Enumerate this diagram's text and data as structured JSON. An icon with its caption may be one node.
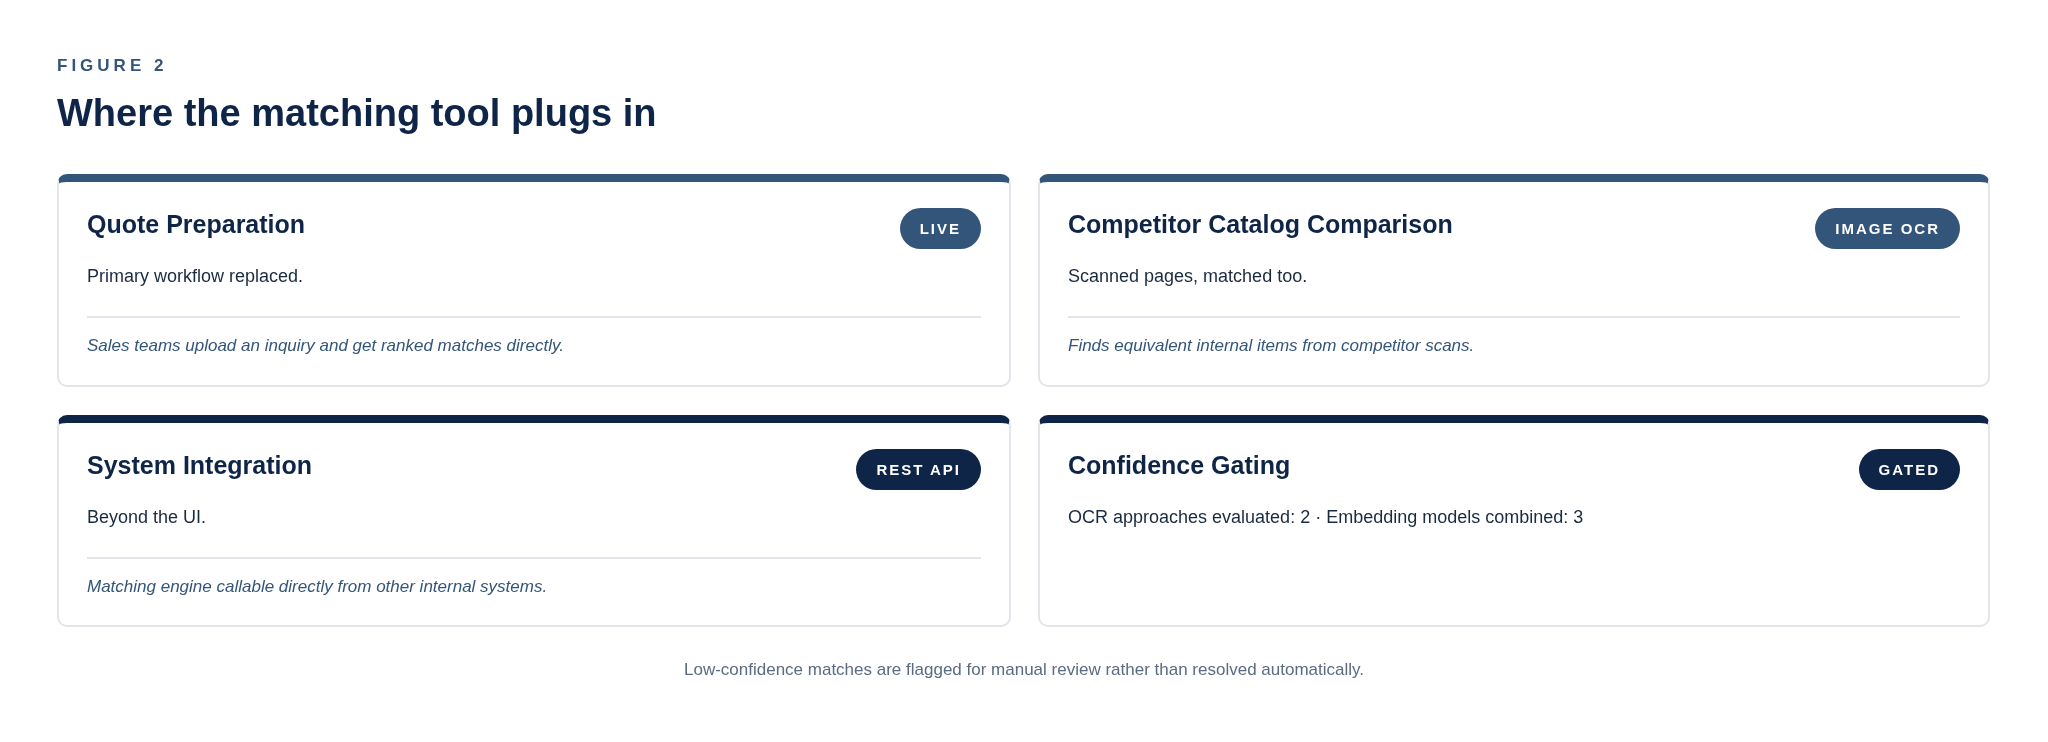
{
  "diagram": {
    "title": "Where the matching tool plugs in",
    "caption": "Low-confidence matches are flagged for manual review rather than resolved automatically.",
    "nodes": [
      {
        "text": [
          "Quote Preparation",
          "Primary workflow replaced.",
          "Sales teams upload an inquiry and get ranked matches directly."
        ]
      },
      {
        "text": [
          "LIVE"
        ],
        "in": 0
      },
      {
        "text": [
          "Competitor Catalog Comparison",
          "Scanned pages, matched too.",
          "Finds equivalent internal items from competitor scans."
        ]
      },
      {
        "text": [
          "IMAGE OCR"
        ],
        "in": 2
      },
      {
        "text": [
          "System Integration",
          "Beyond the UI.",
          "Matching engine callable directly from other internal systems."
        ]
      },
      {
        "text": [
          "REST API"
        ],
        "in": 4
      },
      {
        "text": [
          "Confidence Gating",
          "OCR approaches evaluated: 2 · Embedding models combined: 3"
        ]
      },
      {
        "text": [
          "GATED"
        ],
        "in": 6
      }
    ],
    "edges": [],
    "labels": [
      "FIGURE 2"
    ]
  }
}
